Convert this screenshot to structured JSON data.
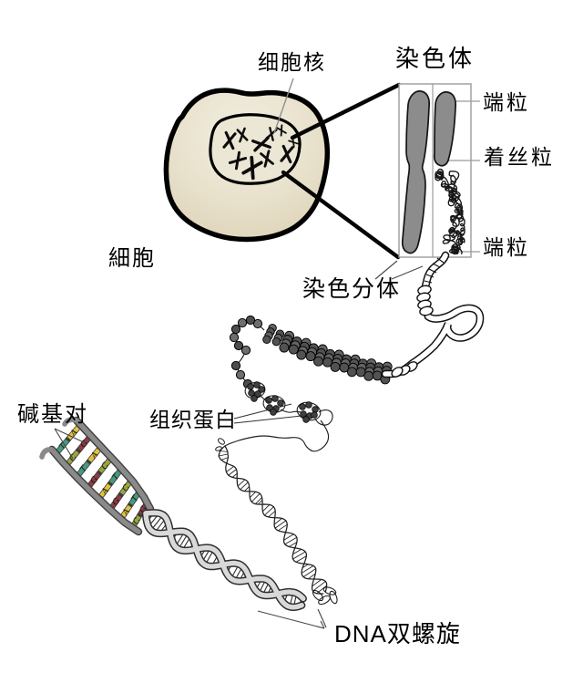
{
  "labels": {
    "cell_nucleus": "细胞核",
    "chromosome": "染色体",
    "telomere_top": "端粒",
    "centromere": "着丝粒",
    "telomere_bottom": "端粒",
    "cell": "細胞",
    "chromatid": "染色分体",
    "histone": "组织蛋白",
    "base_pair": "碱基对",
    "dna_double_helix": "DNA双螺旋"
  },
  "base_pairs": {
    "rungs": [
      [
        "T",
        "A"
      ],
      [
        "C",
        "G"
      ],
      [
        "T",
        "A"
      ],
      [
        "G",
        "C"
      ],
      [
        "A",
        "T"
      ],
      [
        "G",
        "C"
      ],
      [
        "A",
        "T"
      ],
      [
        "C",
        "G"
      ]
    ],
    "colors": {
      "A": "#e2c33d",
      "T": "#46997f",
      "G": "#8e3a42",
      "C": "#9aa53c"
    }
  },
  "palette": {
    "cell_fill": "#e8e1cc",
    "cell_outline": "#000000",
    "chromatid_gray": "#8c8c8c",
    "box_line": "#9b9b9b",
    "ink": "#161616",
    "helix_ribbon": "#d9d9d9"
  }
}
